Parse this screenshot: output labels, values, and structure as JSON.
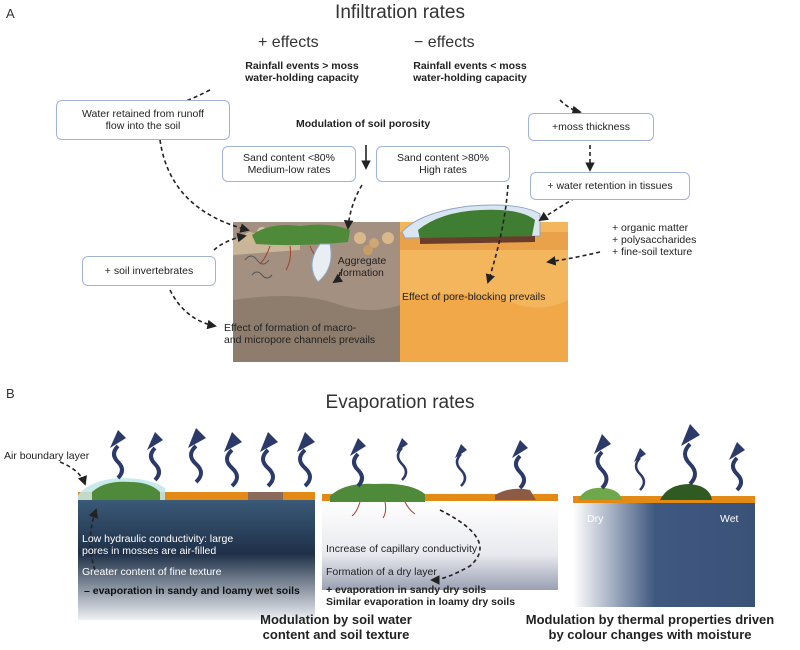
{
  "panel_a": {
    "letter": "A",
    "title": "Infiltration rates",
    "plus_effects": "+ effects",
    "minus_effects": "− effects",
    "rain_plus": [
      "Rainfall events > moss",
      "water-holding capacity"
    ],
    "rain_minus": [
      "Rainfall events < moss",
      "water-holding capacity"
    ],
    "modulation": "Modulation of soil porosity",
    "water_retained": [
      "Water retained from runoff",
      "flow into  the soil"
    ],
    "sand_low": [
      "Sand content <80%",
      "Medium-low rates"
    ],
    "sand_high": [
      "Sand content >80%",
      "High rates"
    ],
    "moss_thickness": "+moss thickness",
    "water_tissues": "+ water retention in tissues",
    "organic": [
      "+ organic matter",
      "+ polysaccharides",
      "+ fine-soil texture"
    ],
    "invertebrates": "+ soil invertebrates",
    "aggregate": [
      "Aggregate",
      "formation"
    ],
    "pore_blocking": "Effect of pore-blocking prevails",
    "macro": [
      "Effect of formation of  macro-",
      "and micropore channels prevails"
    ]
  },
  "panel_b": {
    "letter": "B",
    "title": "Evaporation rates",
    "air_boundary": "Air boundary layer",
    "low_hydraulic": [
      "Low hydraulic conductivity: large",
      "pores in mosses are air-filled"
    ],
    "greater_fine": "Greater content of fine texture",
    "evap_minus": "– evaporation in sandy and loamy wet  soils",
    "capillary": "Increase of capillary conductivity",
    "dry_layer": "Formation of a dry layer",
    "evap_plus": [
      "+ evaporation in sandy dry soils",
      "Similar evaporation in loamy dry soils"
    ],
    "dry": "Dry",
    "wet": "Wet",
    "caption_mid": [
      "Modulation by soil water",
      "content and soil texture"
    ],
    "caption_right": [
      "Modulation by thermal properties driven",
      "by colour changes with moisture"
    ]
  },
  "colors": {
    "box_border": "#9fb3d9",
    "soil_grey": "#a08f7e",
    "soil_orange": "#f2a94a",
    "moss_green": "#4f8a3a",
    "wave_navy": "#2b3a68",
    "surface_orange": "#e38a16"
  }
}
